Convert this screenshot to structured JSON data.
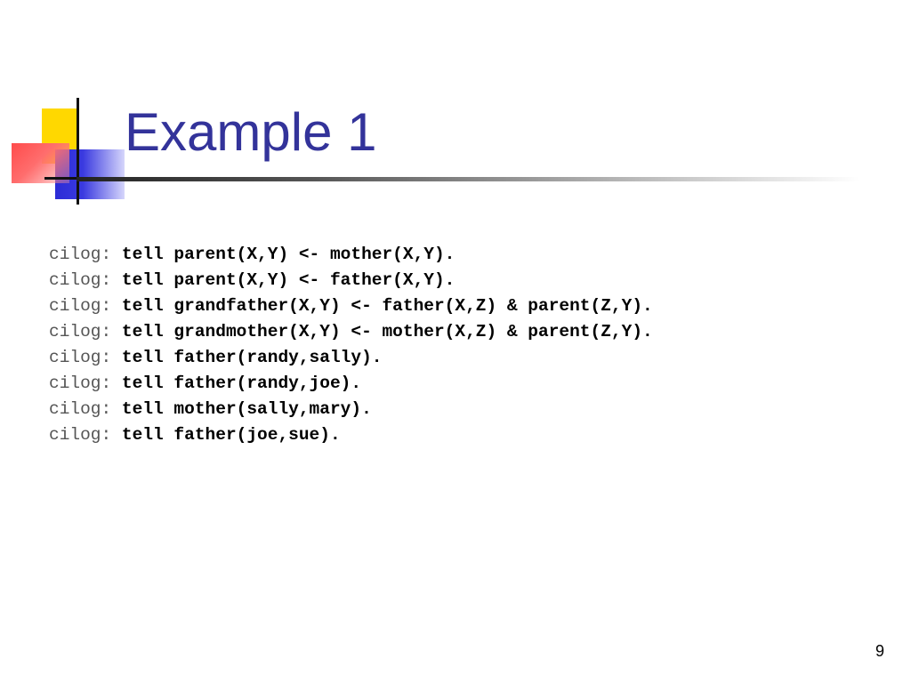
{
  "slide": {
    "title": "Example 1",
    "page_number": "9",
    "colors": {
      "title": "#33339a",
      "accent_yellow": "#ffd800",
      "accent_blue": "#2b2bd6",
      "accent_red": "#ff4b4b"
    }
  },
  "code": {
    "prompt": "cilog:",
    "lines": [
      "tell parent(X,Y) <- mother(X,Y).",
      "tell parent(X,Y) <- father(X,Y).",
      "tell grandfather(X,Y) <- father(X,Z) & parent(Z,Y).",
      "tell grandmother(X,Y) <- mother(X,Z) & parent(Z,Y).",
      "tell father(randy,sally).",
      "tell father(randy,joe).",
      "tell mother(sally,mary).",
      "tell father(joe,sue)."
    ]
  }
}
